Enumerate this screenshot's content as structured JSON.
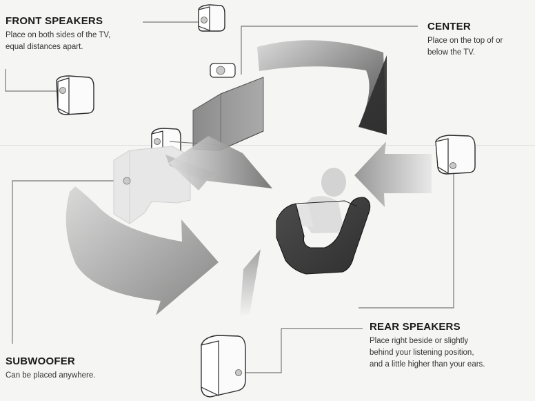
{
  "labels": {
    "front_title": "FRONT SPEAKERS",
    "front_desc_1": "Place on both sides of the TV,",
    "front_desc_2": "equal distances apart.",
    "center_title": "CENTER",
    "center_desc_1": "Place on the top of or",
    "center_desc_2": "below the TV.",
    "rear_title": "REAR SPEAKERS",
    "rear_desc_1": "Place right beside or slightly",
    "rear_desc_2": "behind your listening position,",
    "rear_desc_3": "and a little higher than your ears.",
    "sub_title": "SUBWOOFER",
    "sub_desc": "Can be placed anywhere."
  },
  "colors": {
    "background": "#f5f5f3",
    "text": "#1a1a1a",
    "arrow": "#8a8a8a",
    "tv": "#9a9a9a",
    "chair": "#3a3a3a"
  }
}
